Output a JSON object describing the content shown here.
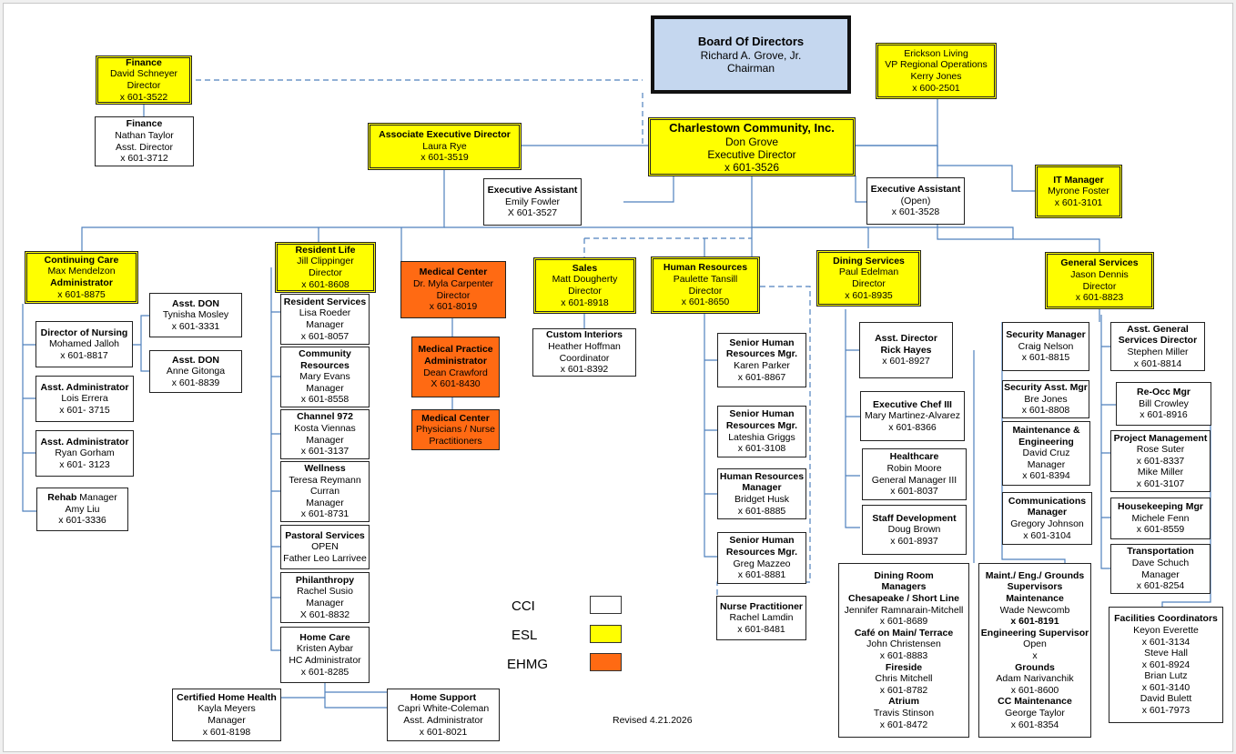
{
  "board": {
    "title": "Board Of Directors",
    "name": "Richard A. Grove, Jr.",
    "role": "Chairman"
  },
  "erickson": {
    "l1": "Erickson Living",
    "l2": "VP Regional Operations",
    "l3": "Kerry Jones",
    "l4": "x 600-2501"
  },
  "finance_dir": {
    "title": "Finance",
    "name": "David Schneyer",
    "role": "Director",
    "ext": "x 601-3522"
  },
  "finance_asst": {
    "title": "Finance",
    "name": "Nathan Taylor",
    "role": "Asst. Director",
    "ext": "x 601-3712"
  },
  "assoc_exec": {
    "title": "Associate Executive Director",
    "name": "Laura Rye",
    "ext": "x 601-3519"
  },
  "cci": {
    "title": "Charlestown Community, Inc.",
    "name": "Don Grove",
    "role": "Executive Director",
    "ext": "x 601-3526"
  },
  "exec_asst1": {
    "title": "Executive Assistant",
    "name": "Emily Fowler",
    "ext": "X  601-3527"
  },
  "exec_asst2": {
    "title": "Executive Assistant",
    "name": "(Open)",
    "ext": "x 601-3528"
  },
  "it": {
    "title": "IT Manager",
    "name": "Myrone Foster",
    "ext": "x 601-3101"
  },
  "cont_care": {
    "title": "Continuing Care",
    "name": "Max Mendelzon",
    "role": "Administrator",
    "ext": "x 601-8875"
  },
  "don": {
    "title": "Director of Nursing",
    "name": "Mohamed Jalloh",
    "ext": "x 601-8817"
  },
  "asst_don1": {
    "title": "Asst. DON",
    "name": "Tynisha Mosley",
    "ext": "x 601-3331"
  },
  "asst_don2": {
    "title": "Asst. DON",
    "name": "Anne Gitonga",
    "ext": "x 601-8839"
  },
  "asst_admin1": {
    "title": "Asst. Administrator",
    "name": "Lois Errera",
    "ext": "x 601- 3715"
  },
  "asst_admin2": {
    "title": "Asst. Administrator",
    "name": "Ryan Gorham",
    "ext": "x 601- 3123"
  },
  "rehab": {
    "title": "Rehab",
    "title_rest": " Manager",
    "name": "Amy Liu",
    "ext": "x 601-3336"
  },
  "res_life": {
    "title": "Resident Life",
    "name": "Jill Clippinger",
    "role": "Director",
    "ext": "x 601-8608"
  },
  "res_services": {
    "title": "Resident Services",
    "name": "Lisa Roeder",
    "role": "Manager",
    "ext": "x 601-8057"
  },
  "community": {
    "title1": "Community",
    "title2": "Resources",
    "name": "Mary Evans",
    "role": "Manager",
    "ext": "x 601-8558"
  },
  "channel": {
    "title": "Channel 972",
    "name": "Kosta Viennas",
    "role": "Manager",
    "ext": "x 601-3137"
  },
  "wellness": {
    "title": "Wellness",
    "name1": "Teresa Reymann",
    "name2": "Curran",
    "role": "Manager",
    "ext": "x 601-8731"
  },
  "pastoral": {
    "title": "Pastoral Services",
    "l1": "OPEN",
    "l2": "Father Leo Larrivee"
  },
  "philanthropy": {
    "title": "Philanthropy",
    "name": "Rachel Susio",
    "role": "Manager",
    "ext": "X 601-8832"
  },
  "home_care": {
    "title": "Home Care",
    "name": "Kristen Aybar",
    "role": "HC Administrator",
    "ext": "x 601-8285"
  },
  "cert_home": {
    "title": "Certified Home Health",
    "name": "Kayla Meyers",
    "role": "Manager",
    "ext": "x 601-8198"
  },
  "home_support": {
    "title": "Home Support",
    "name": "Capri White-Coleman",
    "role": "Asst. Administrator",
    "ext": "x 601-8021"
  },
  "med_center": {
    "title": "Medical Center",
    "name": "Dr. Myla Carpenter",
    "role": "Director",
    "ext": "x 601-8019"
  },
  "med_practice": {
    "title1": "Medical Practice",
    "title2": "Administrator",
    "name": "Dean Crawford",
    "ext": "X 601-8430"
  },
  "med_center2": {
    "title": "Medical Center",
    "l1": "Physicians / Nurse",
    "l2": "Practitioners"
  },
  "sales": {
    "title": "Sales",
    "name": "Matt Dougherty",
    "role": "Director",
    "ext": "x 601-8918"
  },
  "custom_int": {
    "title": "Custom Interiors",
    "name": "Heather Hoffman",
    "role": "Coordinator",
    "ext": "x 601-8392"
  },
  "hr": {
    "title": "Human Resources",
    "name": "Paulette Tansill",
    "role": "Director",
    "ext": "x 601-8650"
  },
  "shr1": {
    "title1": "Senior Human",
    "title2": "Resources Mgr.",
    "name": "Karen Parker",
    "ext": "x 601-8867"
  },
  "shr2": {
    "title1": "Senior Human",
    "title2": "Resources Mgr.",
    "name": "Lateshia Griggs",
    "ext": "x 601-3108"
  },
  "hrm": {
    "title1": "Human Resources",
    "title2": "Manager",
    "name": "Bridget Husk",
    "ext": "x 601-8885"
  },
  "shr3": {
    "title1": "Senior Human",
    "title2": "Resources Mgr.",
    "name": "Greg Mazzeo",
    "ext": "x 601-8881"
  },
  "nurse_prac": {
    "title": "Nurse Practitioner",
    "name": "Rachel Lamdin",
    "ext": "x 601-8481"
  },
  "dining": {
    "title": "Dining Services",
    "name": "Paul Edelman",
    "role": "Director",
    "ext": "x 601-8935"
  },
  "asst_dir": {
    "title1": "Asst. Director",
    "title2": "Rick Hayes",
    "ext": "x 601-8927"
  },
  "exec_chef": {
    "title": "Executive Chef III",
    "name": "Mary Martinez-Alvarez",
    "ext": "x 601-8366"
  },
  "healthcare": {
    "title": "Healthcare",
    "name": "Robin Moore",
    "role": "General Manager III",
    "ext": "x 601-8037"
  },
  "staff_dev": {
    "title": "Staff Development",
    "name": "Doug Brown",
    "ext": "x 601-8937"
  },
  "dining_room": {
    "t1": "Dining Room",
    "t2": "Managers",
    "t3": "Chesapeake / Short Line",
    "n1": "Jennifer Ramnarain-Mitchell",
    "e1": "x 601-8689",
    "t4": "Café on Main/ Terrace",
    "n2": "John Christensen",
    "e2": "x 601-8883",
    "t5": "Fireside",
    "n3": "Chris Mitchell",
    "e3": "x 601-8782",
    "t6": "Atrium",
    "n4": "Travis Stinson",
    "e4": "x 601-8472"
  },
  "gen_services": {
    "title": "General Services",
    "name": "Jason Dennis",
    "role": "Director",
    "ext": "x 601-8823"
  },
  "security": {
    "title": "Security Manager",
    "name": "Craig Nelson",
    "ext": "x 601-8815"
  },
  "agsd": {
    "title1": "Asst. General",
    "title2": "Services Director",
    "name": "Stephen Miller",
    "ext": "x 601-8814"
  },
  "sec_asst": {
    "title": "Security Asst. Mgr",
    "name": "Bre Jones",
    "ext": "x 601-8808"
  },
  "reocc": {
    "title": "Re-Occ Mgr",
    "name": "Bill Crowley",
    "ext": "x 601-8916"
  },
  "maint": {
    "title1": "Maintenance &",
    "title2": "Engineering",
    "name": "David Cruz",
    "role": "Manager",
    "ext": "x 601-8394"
  },
  "proj": {
    "title": "Project Management",
    "n1": "Rose Suter",
    "e1": "x 601-8337",
    "n2": "Mike Miller",
    "e2": "x 601-3107"
  },
  "comms": {
    "title1": "Communications",
    "title2": "Manager",
    "name": "Gregory Johnson",
    "ext": "x 601-3104"
  },
  "housekeeping": {
    "title": "Housekeeping Mgr",
    "name": "Michele Fenn",
    "ext": "x 601-8559"
  },
  "transport": {
    "title": "Transportation",
    "name": "Dave Schuch",
    "role": "Manager",
    "ext": "x 601-8254"
  },
  "maint_sup": {
    "t1": "Maint./ Eng./ Grounds",
    "t2": "Supervisors",
    "t3": "Maintenance",
    "n1": "Wade Newcomb",
    "e1": "x 601-8191",
    "t4": "Engineering Supervisor",
    "n2": "Open",
    "e2": "x",
    "t5": "Grounds",
    "n3": "Adam Narivanchik",
    "e3": "x 601-8600",
    "t6": "CC Maintenance",
    "n4": "George Taylor",
    "e4": "x 601-8354"
  },
  "facilities": {
    "title": "Facilities Coordinators",
    "n1": "Keyon Everette",
    "e1": "x 601-3134",
    "n2": "Steve Hall",
    "e2": "x 601-8924",
    "n3": "Brian Lutz",
    "e3": "x 601-3140",
    "n4": "David Bulett",
    "e4": "x 601-7973"
  },
  "legend": {
    "items": [
      {
        "label": "CCI",
        "color": "#ffffff"
      },
      {
        "label": "ESL",
        "color": "#ffff00"
      },
      {
        "label": "EHMG",
        "color": "#ff6a13"
      }
    ]
  },
  "revised": "Revised 4.21.2026"
}
